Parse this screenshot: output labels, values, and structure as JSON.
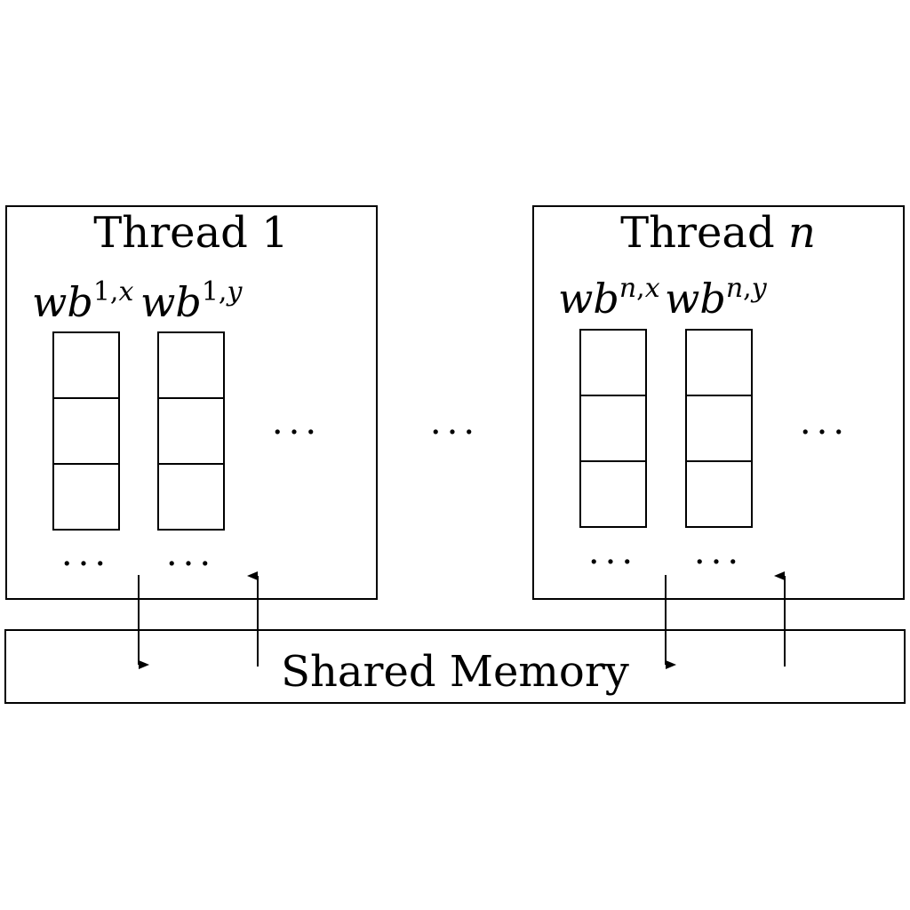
{
  "thread_1": {
    "title_text": "Thread ",
    "title_index": "1",
    "buffer_x": {
      "base": "wb",
      "sup_index": "1",
      "sup_sep": ",",
      "sup_axis": "x"
    },
    "buffer_y": {
      "base": "wb",
      "sup_index": "1",
      "sup_sep": ",",
      "sup_axis": "y"
    },
    "ellipsis_buffer_x": "...",
    "ellipsis_buffer_y": "...",
    "ellipsis_more_buffers": "..."
  },
  "threads_gap_ellipsis": "...",
  "thread_n": {
    "title_text": "Thread ",
    "title_index": "n",
    "buffer_x": {
      "base": "wb",
      "sup_index": "n",
      "sup_sep": ",",
      "sup_axis": "x"
    },
    "buffer_y": {
      "base": "wb",
      "sup_index": "n",
      "sup_sep": ",",
      "sup_axis": "y"
    },
    "ellipsis_buffer_x": "...",
    "ellipsis_buffer_y": "...",
    "ellipsis_more_buffers": "..."
  },
  "shared_memory": {
    "label": "Shared Memory"
  },
  "colors": {
    "stroke": "#000000",
    "background": "#ffffff"
  }
}
